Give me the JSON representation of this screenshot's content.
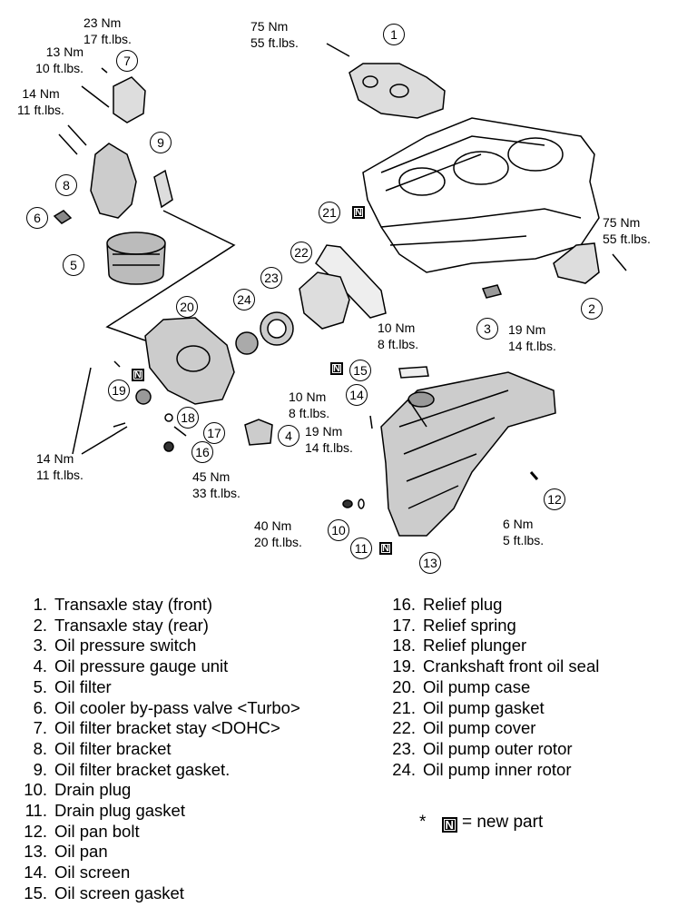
{
  "torque_specs": [
    {
      "nm": "23 Nm",
      "ft": "17 ft.lbs."
    },
    {
      "nm": "13 Nm",
      "ft": "10 ft.lbs."
    },
    {
      "nm": "14 Nm",
      "ft": "11 ft.lbs."
    },
    {
      "nm": "75 Nm",
      "ft": "55 ft.lbs."
    },
    {
      "nm": "75 Nm",
      "ft": "55 ft.lbs."
    },
    {
      "nm": "10 Nm",
      "ft": "8 ft.lbs."
    },
    {
      "nm": "19 Nm",
      "ft": "14 ft.lbs."
    },
    {
      "nm": "10 Nm",
      "ft": "8 ft.lbs."
    },
    {
      "nm": "19 Nm",
      "ft": "14 ft.lbs."
    },
    {
      "nm": "14 Nm",
      "ft": "11 ft.lbs."
    },
    {
      "nm": "45 Nm",
      "ft": "33 ft.lbs."
    },
    {
      "nm": "40 Nm",
      "ft": "20 ft.lbs."
    },
    {
      "nm": "6 Nm",
      "ft": "5 ft.lbs."
    }
  ],
  "callouts": [
    "1",
    "2",
    "3",
    "4",
    "5",
    "6",
    "7",
    "8",
    "9",
    "10",
    "11",
    "12",
    "13",
    "14",
    "15",
    "16",
    "17",
    "18",
    "19",
    "20",
    "21",
    "22",
    "23",
    "24"
  ],
  "new_part_symbol": "N",
  "legend": {
    "left": [
      {
        "num": "1.",
        "label": "Transaxle stay (front)"
      },
      {
        "num": "2.",
        "label": "Transaxle stay (rear)"
      },
      {
        "num": "3.",
        "label": "Oil pressure switch"
      },
      {
        "num": "4.",
        "label": "Oil pressure gauge unit"
      },
      {
        "num": "5.",
        "label": "Oil filter"
      },
      {
        "num": "6.",
        "label": "Oil cooler by-pass valve <Turbo>"
      },
      {
        "num": "7.",
        "label": "Oil filter bracket stay <DOHC>"
      },
      {
        "num": "8.",
        "label": "Oil filter bracket"
      },
      {
        "num": "9.",
        "label": "Oil filter bracket gasket."
      },
      {
        "num": "10.",
        "label": "Drain plug"
      },
      {
        "num": "11.",
        "label": "Drain plug gasket"
      },
      {
        "num": "12.",
        "label": "Oil pan bolt"
      },
      {
        "num": "13.",
        "label": "Oil pan"
      },
      {
        "num": "14.",
        "label": "Oil screen"
      },
      {
        "num": "15.",
        "label": "Oil screen gasket"
      }
    ],
    "right": [
      {
        "num": "16.",
        "label": "Relief plug"
      },
      {
        "num": "17.",
        "label": "Relief spring"
      },
      {
        "num": "18.",
        "label": "Relief plunger"
      },
      {
        "num": "19.",
        "label": "Crankshaft front oil seal"
      },
      {
        "num": "20.",
        "label": "Oil pump case"
      },
      {
        "num": "21.",
        "label": "Oil pump gasket"
      },
      {
        "num": "22.",
        "label": "Oil pump cover"
      },
      {
        "num": "23.",
        "label": "Oil pump outer rotor"
      },
      {
        "num": "24.",
        "label": "Oil pump inner rotor"
      }
    ],
    "note_star": "*",
    "note_text": "= new part"
  }
}
